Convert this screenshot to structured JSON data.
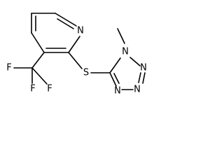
{
  "molecule": {
    "atoms": {
      "pyridine_n": "N",
      "sulfur": "S",
      "tetrazole_n1": "N",
      "tetrazole_n2": "N",
      "tetrazole_n3": "N",
      "tetrazole_n4": "N",
      "fluorine_1": "F",
      "fluorine_2": "F",
      "fluorine_3": "F"
    },
    "colors": {
      "bond": "#000000",
      "label": "#000000"
    }
  }
}
